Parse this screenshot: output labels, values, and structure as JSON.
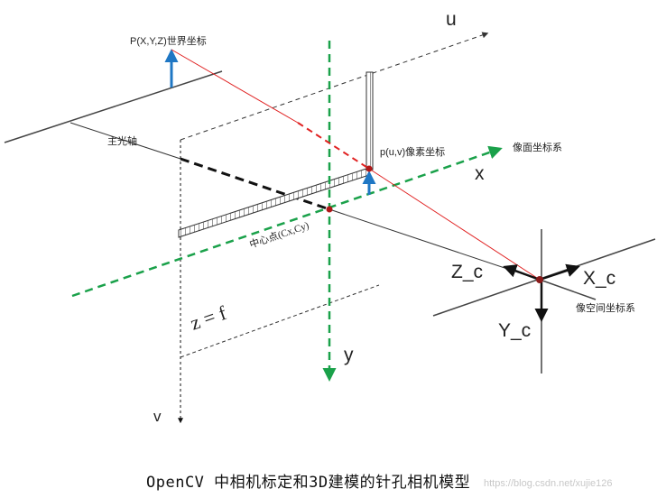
{
  "diagram": {
    "labels": {
      "world_point": "P(X,Y,Z)世界坐标",
      "optical_axis": "主光轴",
      "pixel_point": "p(u,v)像素坐标",
      "image_plane_system": "像面坐标系",
      "principal_point": "中心点(Cx,Cy)",
      "camera_system": "像空间坐标系",
      "focal_plane": "z = f",
      "axis_u": "u",
      "axis_v": "v",
      "axis_x": "x",
      "axis_y": "y",
      "axis_xc": "X_c",
      "axis_yc": "Y_c",
      "axis_zc": "Z_c"
    },
    "caption": "OpenCV 中相机标定和3D建模的针孔相机模型",
    "watermark": "https://blog.csdn.net/xujie126"
  },
  "colors": {
    "line": "#333333",
    "projection_ray": "#e02020",
    "image_axes": "#1aa14a",
    "vector_arrow": "#1f77c4",
    "point": "#b01818"
  }
}
